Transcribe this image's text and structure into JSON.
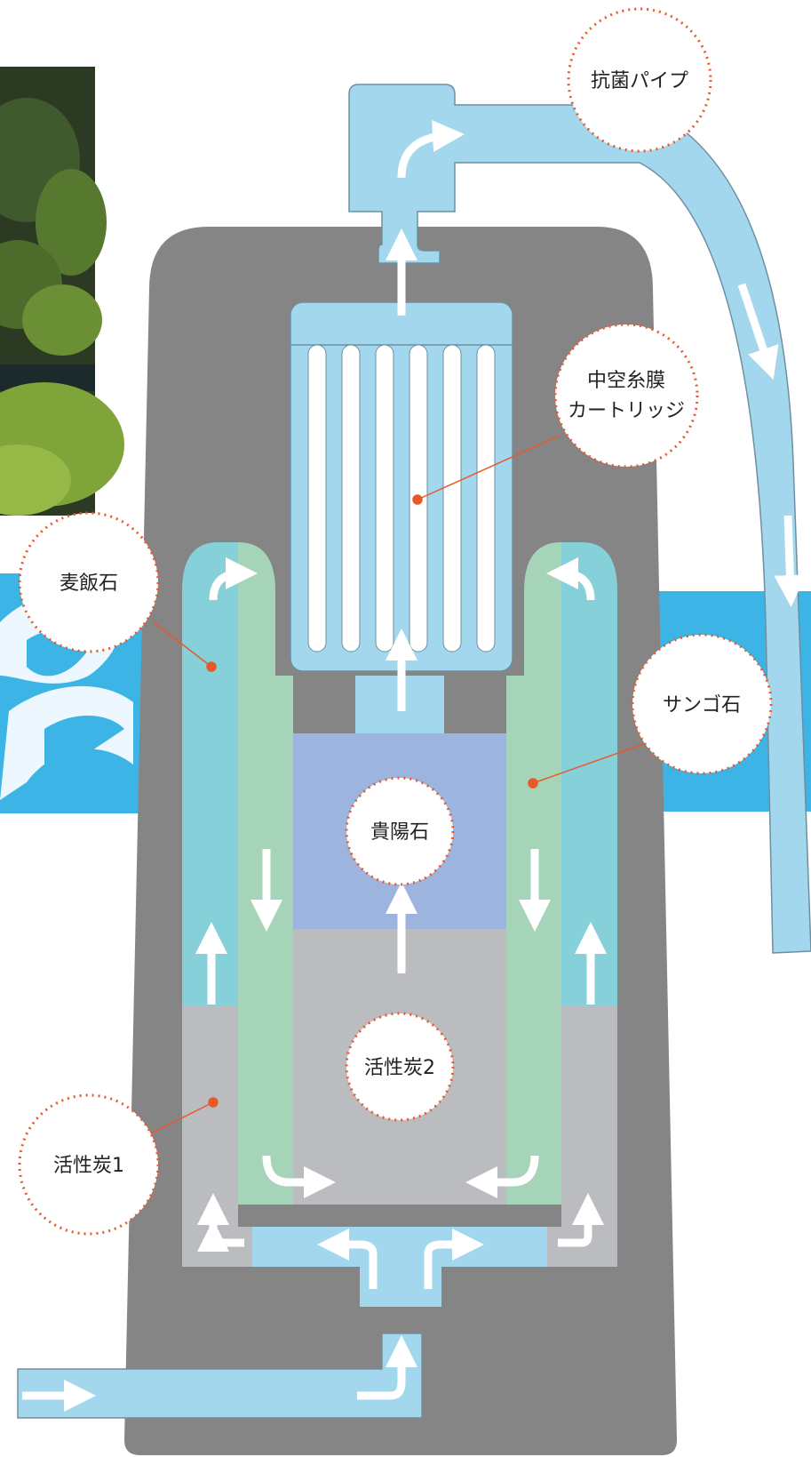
{
  "diagram": {
    "labels": {
      "antibacterial_pipe": "抗菌パイプ",
      "hollow_fiber_line1": "中空糸膜",
      "hollow_fiber_line2": "カートリッジ",
      "bakuhanseki": "麦飯石",
      "coral_stone": "サンゴ石",
      "kiyoseki": "貴陽石",
      "activated_carbon_2": "活性炭2",
      "activated_carbon_1": "活性炭1"
    },
    "colors": {
      "housing": "#858586",
      "water": "#a3d7ee",
      "bakuhanseki": "#86d0da",
      "coral": "#a6d4b8",
      "kiyoseki": "#9db5de",
      "carbon": "#bbbcc0",
      "callout_border": "#e8592a",
      "arrows": "#ffffff"
    }
  }
}
